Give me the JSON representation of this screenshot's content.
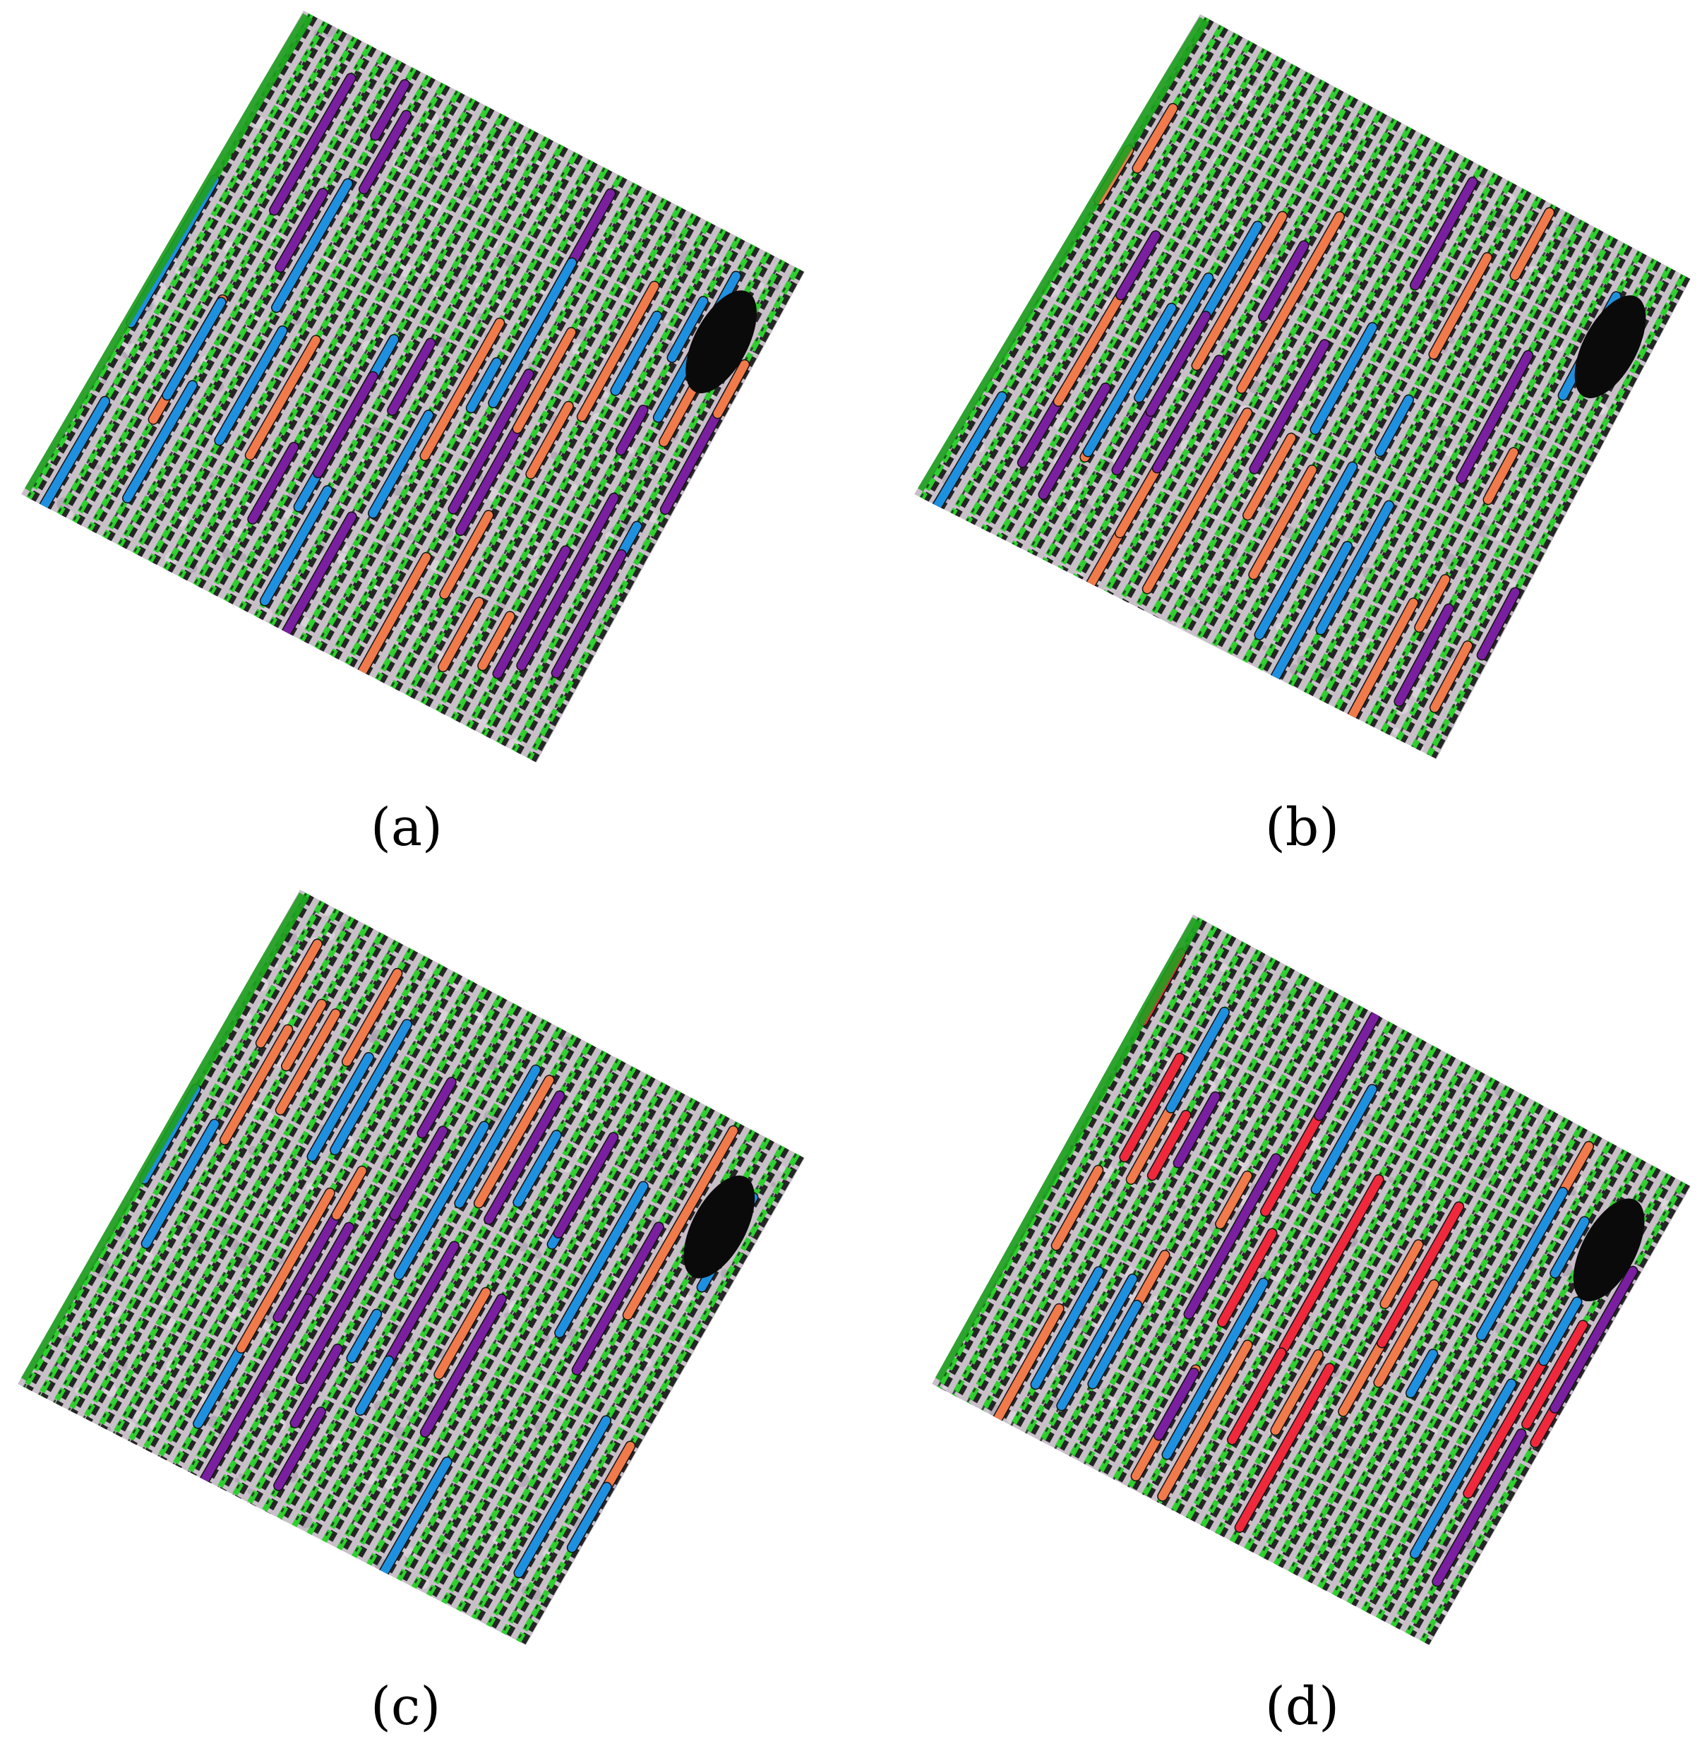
{
  "figure": {
    "panels": [
      {
        "id": "a",
        "caption": "(a)",
        "classes": [
          "purple",
          "orange",
          "blue"
        ]
      },
      {
        "id": "b",
        "caption": "(b)",
        "classes": [
          "purple",
          "orange",
          "blue"
        ]
      },
      {
        "id": "c",
        "caption": "(c)",
        "classes": [
          "purple",
          "orange",
          "blue"
        ]
      },
      {
        "id": "d",
        "caption": "(d)",
        "classes": [
          "purple",
          "orange",
          "blue",
          "red"
        ]
      }
    ],
    "colors": {
      "background": "#ffffff",
      "soil": "#c9bfc9",
      "vegetation": "#2fcf2f",
      "dark_vegetation": "#16301a",
      "shadow": "#0a0a0a",
      "green_edge": "#1fa01f",
      "purple": "#7a1fa0",
      "orange": "#f07a4a",
      "blue": "#1e90e0",
      "red": "#f0283c"
    }
  }
}
